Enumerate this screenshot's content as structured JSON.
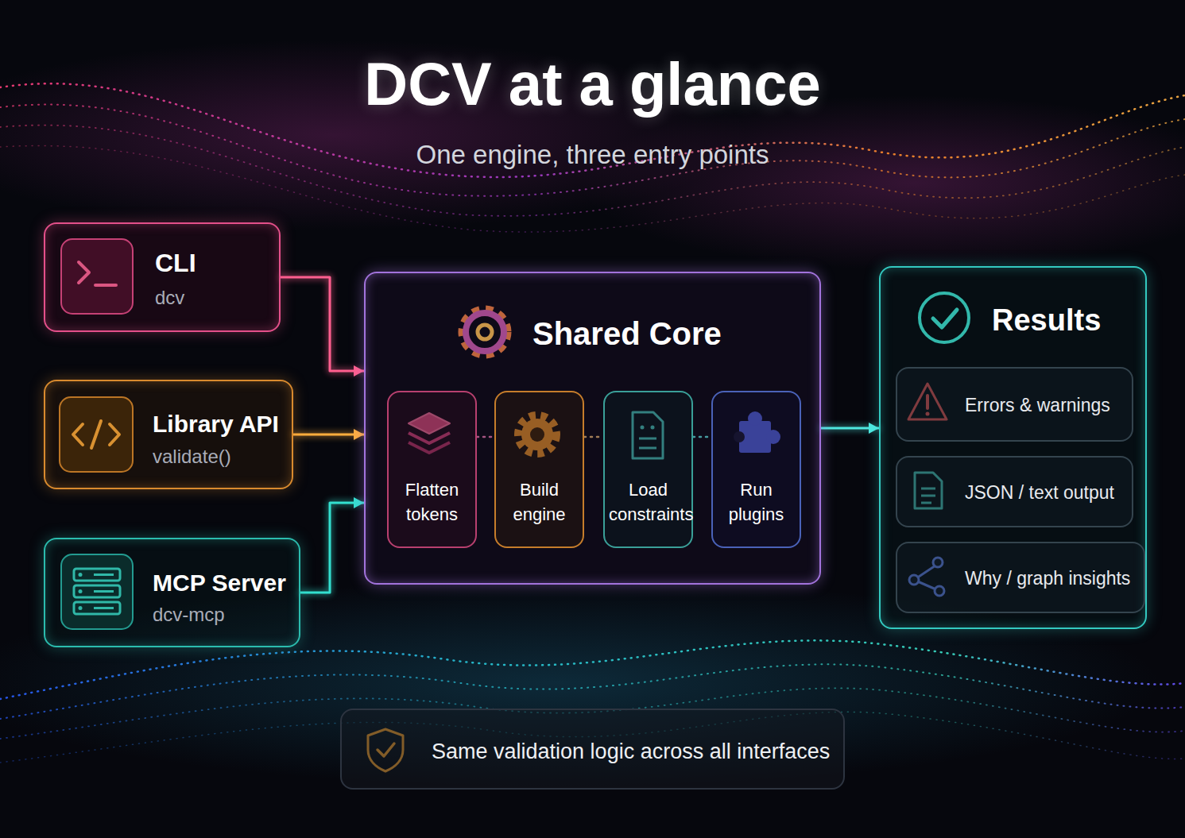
{
  "diagram": {
    "title": "DCV at a glance",
    "caption": "One engine, three entry points",
    "nodes": [
      {
        "text": [
          "CLI",
          "dcv"
        ]
      },
      {
        "text": [
          "Library API",
          "validate()"
        ]
      },
      {
        "text": [
          "MCP Server",
          "dcv-mcp"
        ]
      },
      {
        "text": [
          "Shared Core"
        ]
      },
      {
        "text": [
          "Flatten tokens"
        ],
        "in": 3
      },
      {
        "text": [
          "Build engine"
        ],
        "in": 3
      },
      {
        "text": [
          "Load constraints"
        ],
        "in": 3
      },
      {
        "text": [
          "Run plugins"
        ],
        "in": 3
      },
      {
        "text": [
          "Results"
        ]
      },
      {
        "text": [
          "Errors & warnings"
        ],
        "in": 8
      },
      {
        "text": [
          "JSON / text output"
        ],
        "in": 8
      },
      {
        "text": [
          "Why / graph insights"
        ],
        "in": 8
      },
      {
        "text": [
          "Same validation logic across all interfaces"
        ]
      }
    ],
    "edges": [
      {
        "from": 0,
        "to": 3,
        "arrow": "to"
      },
      {
        "from": 1,
        "to": 3,
        "arrow": "to"
      },
      {
        "from": 2,
        "to": 3,
        "arrow": "to"
      },
      {
        "from": 3,
        "to": 8,
        "arrow": "to"
      },
      {
        "from": 4,
        "to": 5,
        "arrow": "none"
      },
      {
        "from": 5,
        "to": 6,
        "arrow": "none"
      },
      {
        "from": 6,
        "to": 7,
        "arrow": "none"
      }
    ]
  }
}
